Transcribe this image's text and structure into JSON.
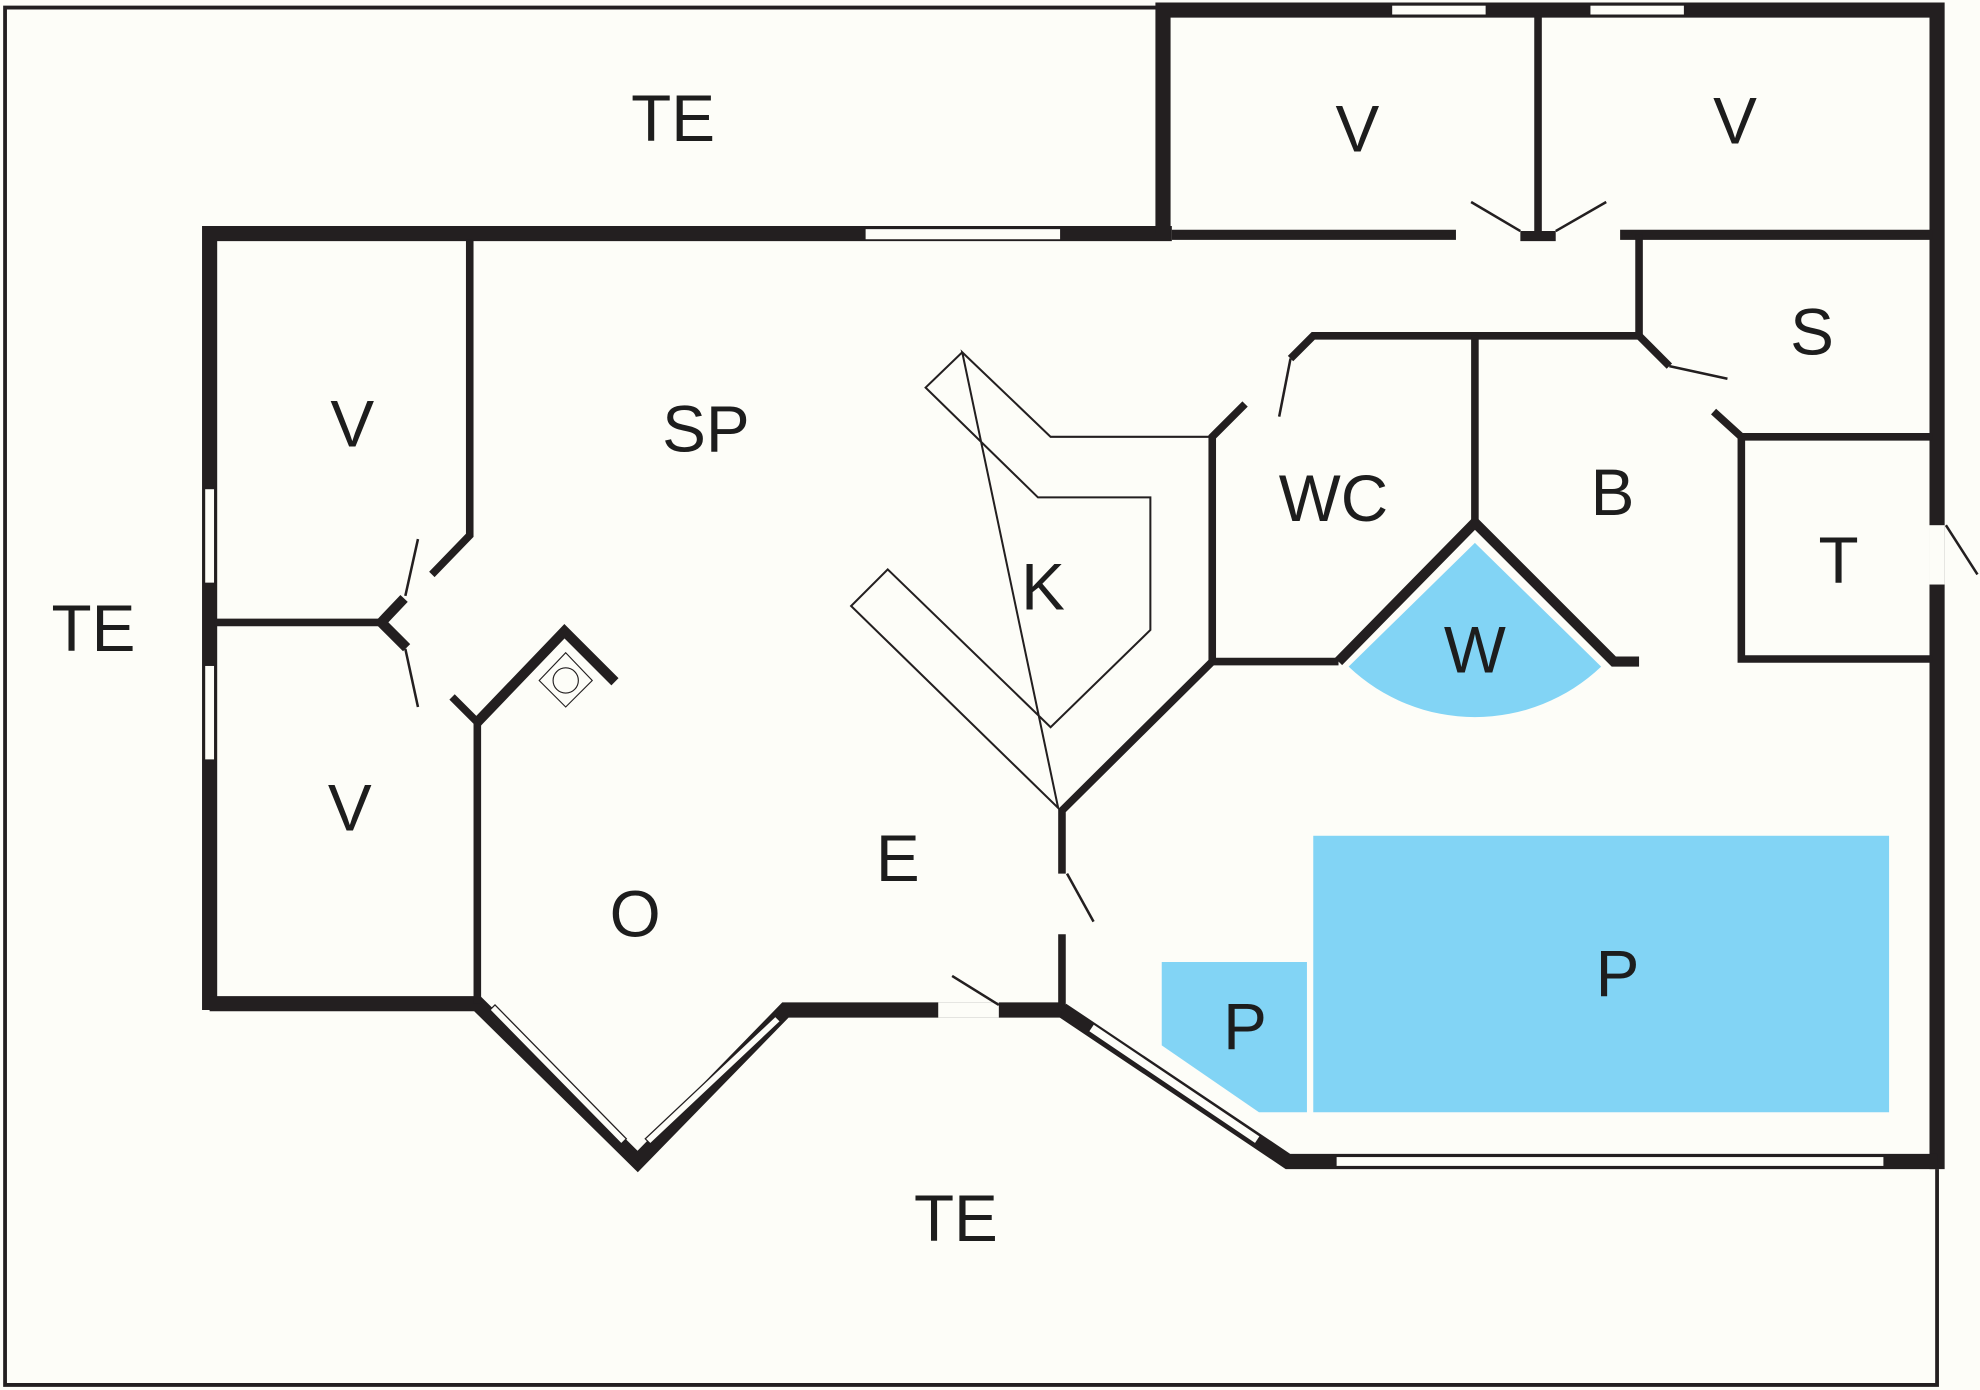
{
  "plan": {
    "colors": {
      "background": "#fdfdf8",
      "wall": "#231f20",
      "water": "#82d4f5",
      "text": "#1d1d1d"
    },
    "rooms": [
      {
        "id": "te-top",
        "label": "TE"
      },
      {
        "id": "te-left",
        "label": "TE"
      },
      {
        "id": "te-bottom",
        "label": "TE"
      },
      {
        "id": "v-top-left",
        "label": "V"
      },
      {
        "id": "v-top-right",
        "label": "V"
      },
      {
        "id": "v-left-upper",
        "label": "V"
      },
      {
        "id": "v-left-lower",
        "label": "V"
      },
      {
        "id": "sp",
        "label": "SP"
      },
      {
        "id": "k",
        "label": "K"
      },
      {
        "id": "wc",
        "label": "WC"
      },
      {
        "id": "b",
        "label": "B"
      },
      {
        "id": "s",
        "label": "S"
      },
      {
        "id": "t",
        "label": "T"
      },
      {
        "id": "w",
        "label": "W"
      },
      {
        "id": "e",
        "label": "E"
      },
      {
        "id": "o",
        "label": "O"
      },
      {
        "id": "p-small",
        "label": "P"
      },
      {
        "id": "p-large",
        "label": "P"
      }
    ],
    "fixtures": {
      "fireplace": "fireplace-icon"
    }
  }
}
